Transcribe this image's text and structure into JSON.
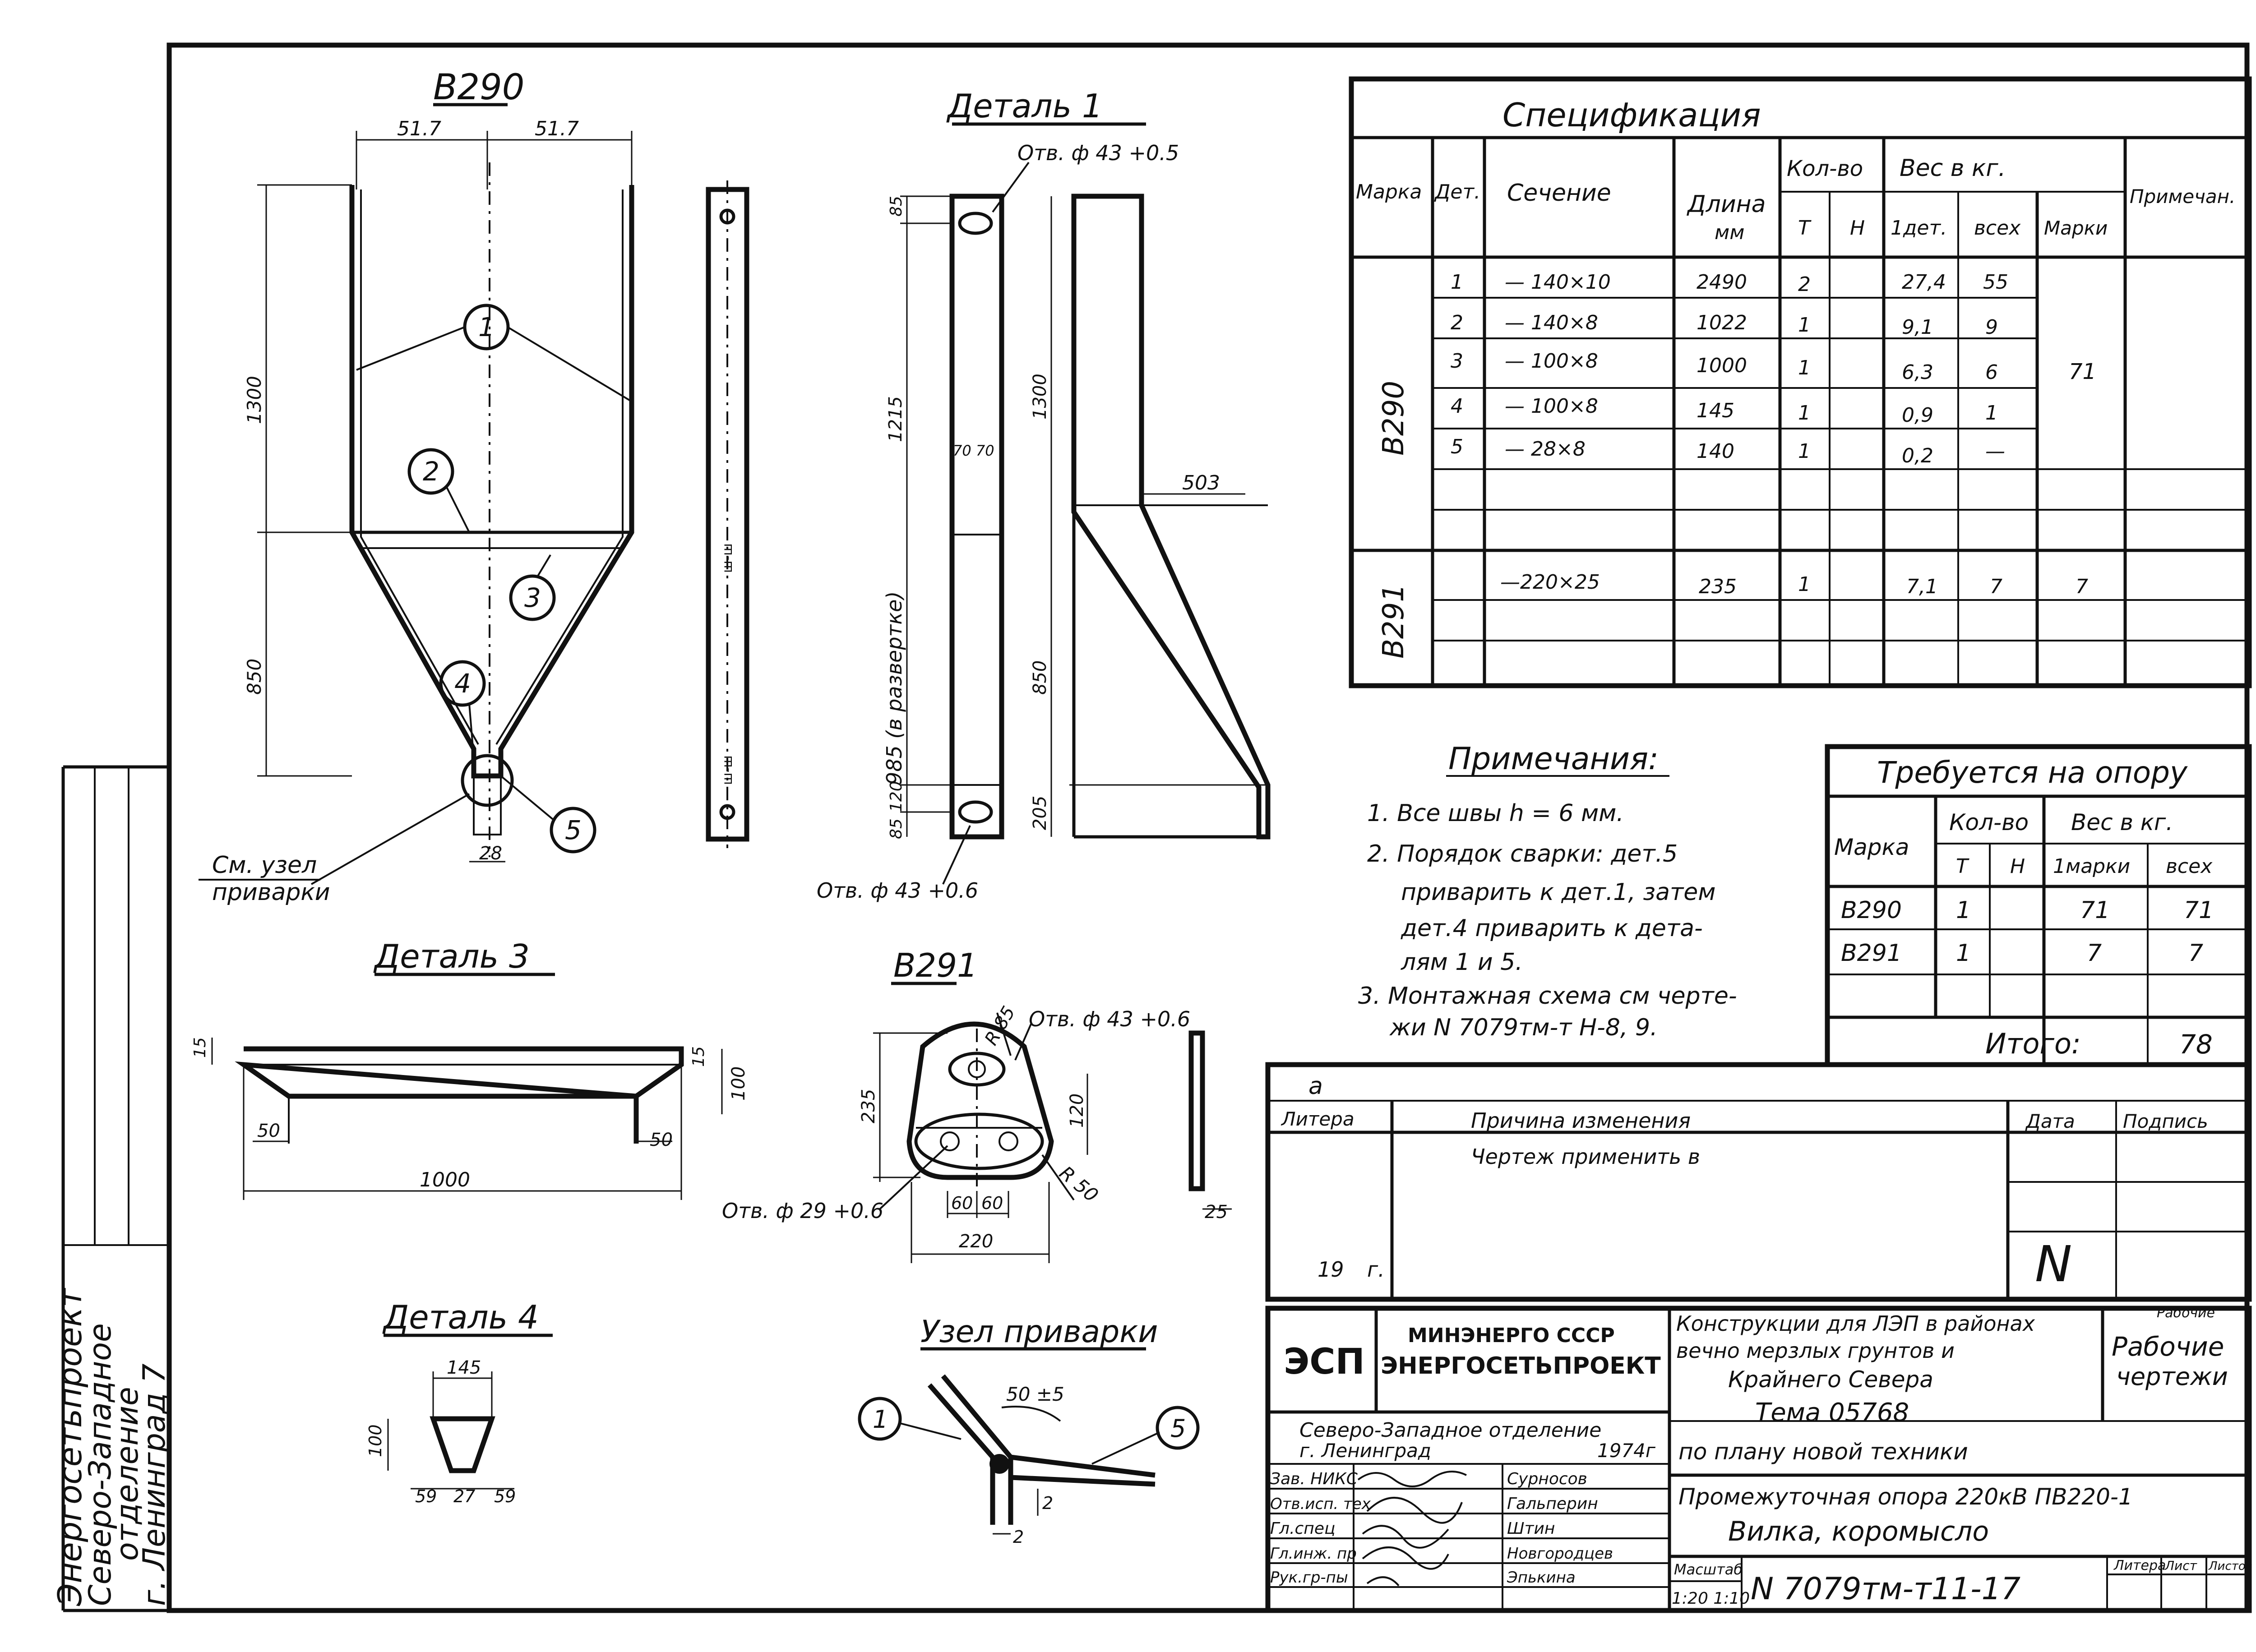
{
  "side_stamp": {
    "org": "Энергосетьпроект",
    "line1": "Северо-Западное",
    "line2": "отделение",
    "line3": "г. Ленинград 7"
  },
  "views": {
    "b290_title": "В290",
    "detail1_title": "Деталь 1",
    "detail3_title": "Деталь 3",
    "detail4_title": "Деталь 4",
    "b291_title": "В291",
    "weld_title": "Узел приварки"
  },
  "dims": {
    "b290_w_left": "51.7",
    "b290_w_right": "51.7",
    "b290_h_top": "1300",
    "b290_h_bot": "850",
    "b290_bottom": "28",
    "b290_ref_line1": "См. узел",
    "b290_ref_line2": "приварки",
    "bar_mark": "ш-ш",
    "d1_hole_top": "Отв. ф 43 +0.5",
    "d1_hole_bot": "Отв. ф 43 +0.6",
    "d1_85_top": "85",
    "d1_1215": "1215",
    "d1_7070": "70 70",
    "d1_unfold": "985 (в развертке)",
    "d1_120": "120",
    "d1_85_bot": "85",
    "d1b_1300": "1300",
    "d1b_503": "503",
    "d1b_850": "850",
    "d1b_205": "205",
    "d3_15_left": "15",
    "d3_15_right": "15",
    "d3_100": "100",
    "d3_50_left": "50",
    "d3_50_right": "50",
    "d3_1000": "1000",
    "b291_r85": "R 85",
    "b291_hole43": "Отв. ф 43 +0.6",
    "b291_235": "235",
    "b291_120": "120",
    "b291_hole29": "Отв. ф 29 +0.6",
    "b291_r50": "R 50",
    "b291_60a": "60",
    "b291_60b": "60",
    "b291_220": "220",
    "b291_25": "25",
    "d4_145": "145",
    "d4_100": "100",
    "d4_59a": "59",
    "d4_27": "27",
    "d4_59b": "59",
    "weld_angle": "50 ±5",
    "weld_2a": "2",
    "weld_2b": "2"
  },
  "callouts": [
    "1",
    "2",
    "3",
    "4",
    "5"
  ],
  "spec": {
    "title": "Спецификация",
    "headers": {
      "mark": "Марка",
      "det": "Дет.",
      "section": "Сечение",
      "length": "Длина",
      "length_unit": "мм",
      "qty": "Кол-во",
      "qty_t": "Т",
      "qty_n": "Н",
      "weight": "Вес в кг.",
      "w_det": "1дет.",
      "w_all": "всех",
      "w_mark": "Марки",
      "note": "Примечан."
    },
    "b290_label": "В290",
    "b291_label": "В291",
    "rows": [
      {
        "det": "1",
        "section": "— 140×10",
        "length": "2490",
        "t": "2",
        "n": "",
        "w1": "27,4",
        "wall": "55"
      },
      {
        "det": "2",
        "section": "— 140×8",
        "length": "1022",
        "t": "1",
        "n": "",
        "w1": "9,1",
        "wall": "9"
      },
      {
        "det": "3",
        "section": "— 100×8",
        "length": "1000",
        "t": "1",
        "n": "",
        "w1": "6,3",
        "wall": "6"
      },
      {
        "det": "4",
        "section": "— 100×8",
        "length": "145",
        "t": "1",
        "n": "",
        "w1": "0,9",
        "wall": "1"
      },
      {
        "det": "5",
        "section": "— 28×8",
        "length": "140",
        "t": "1",
        "n": "",
        "w1": "0,2",
        "wall": "—"
      }
    ],
    "b290_mark_weight": "71",
    "b291_row": {
      "det": "",
      "section": "—220×25",
      "length": "235",
      "t": "1",
      "n": "",
      "w1": "7,1",
      "wall": "7",
      "wmark": "7"
    }
  },
  "notes": {
    "title": "Примечания:",
    "lines": [
      "1. Все швы h = 6 мм.",
      "2. Порядок сварки: дет.5",
      "приварить к дет.1, затем",
      "дет.4 приварить к дета-",
      "лям 1 и 5.",
      "3. Монтажная схема см черте-",
      "жи N 7079тм-т Н-8, 9."
    ]
  },
  "required": {
    "title": "Требуется на опору",
    "h_mark": "Марка",
    "h_qty": "Кол-во",
    "h_t": "Т",
    "h_n": "Н",
    "h_weight": "Вес в кг.",
    "h_w1": "1марки",
    "h_wall": "всех",
    "rows": [
      {
        "mark": "В290",
        "t": "1",
        "n": "",
        "w1": "71",
        "wall": "71"
      },
      {
        "mark": "В291",
        "t": "1",
        "n": "",
        "w1": "7",
        "wall": "7"
      }
    ],
    "total_label": "Итого:",
    "total_value": "78"
  },
  "revisions": {
    "a": "а",
    "h_litera": "Литера",
    "h_reason": "Причина изменения",
    "h_date": "Дата",
    "h_sign": "Подпись",
    "row1": "Чертеж применить в",
    "year_prefix": "19",
    "year_suffix": "г.",
    "n_mark": "N"
  },
  "titleblock": {
    "esp": "ЭСП",
    "ministry": "МИНЭНЕРГО СССР",
    "org": "ЭНЕРГОСЕТЬПРОЕКТ",
    "branch": "Северо-Западное отделение",
    "city": "г. Ленинград",
    "year": "1974г",
    "project_line1": "Конструкции для ЛЭП в районах",
    "project_line2": "вечно мерзлых грунтов и",
    "project_line3": "Крайнего Севера",
    "theme": "Тема 05768",
    "plan": "по плану новой техники",
    "stage_small": "Рабочие",
    "stage_line1": "Рабочие",
    "stage_line2": "чертежи",
    "roles": [
      {
        "role": "Зав. НИКС",
        "name": "Сурносов"
      },
      {
        "role": "Отв.исп. тех",
        "name": "Гальперин"
      },
      {
        "role": "Гл.спец",
        "name": "Штин"
      },
      {
        "role": "Гл.инж. пр",
        "name": "Новгородцев"
      },
      {
        "role": "Рук.гр-пы",
        "name": "Эпькина"
      }
    ],
    "desc_line1": "Промежуточная опора 220кВ ПВ220-1",
    "desc_line2": "Вилка, коромысло",
    "scale_label": "Масштаб",
    "scale": "1:20 1:10",
    "drawing_no": "N 7079тм-т11-17",
    "h_litera": "Литера",
    "h_sheet": "Лист",
    "h_sheets": "Листов"
  }
}
